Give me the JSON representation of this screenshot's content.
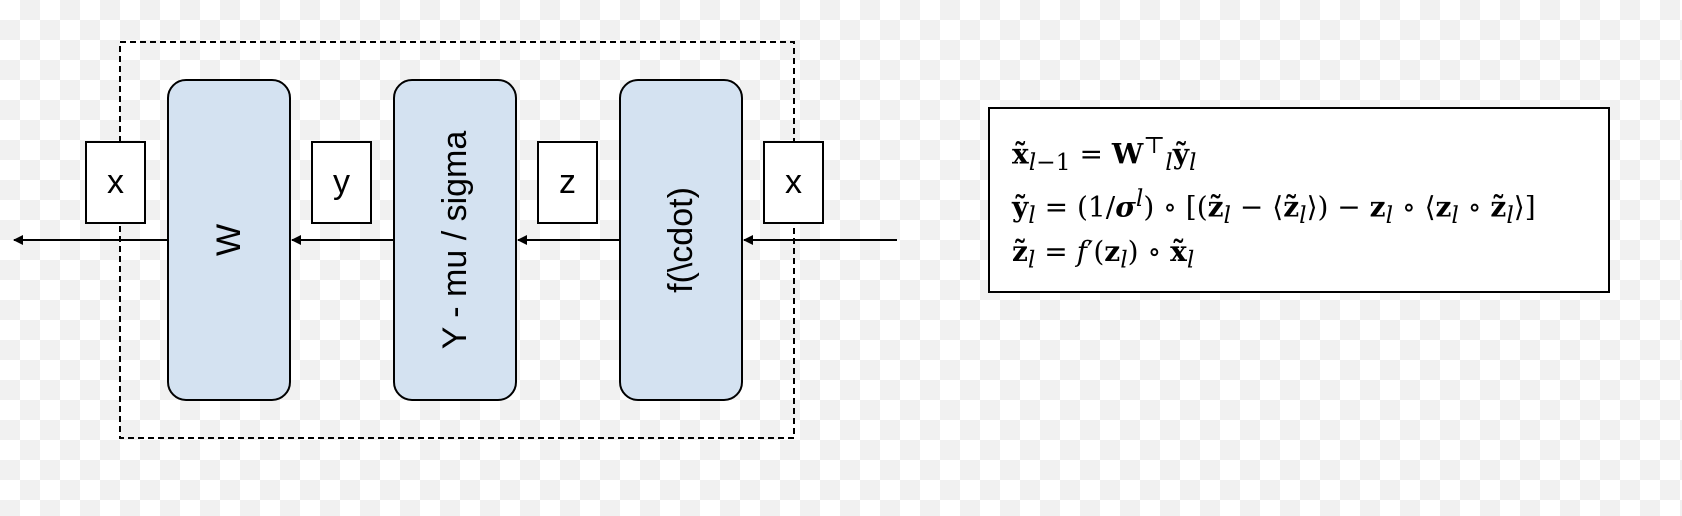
{
  "diagram": {
    "blocks": [
      {
        "id": "w",
        "label": "W"
      },
      {
        "id": "norm",
        "label": "Y - mu / sigma"
      },
      {
        "id": "act",
        "label": "f(\\cdot)"
      }
    ],
    "variables": [
      "x",
      "y",
      "z",
      "x"
    ],
    "colors": {
      "block_fill": "#d4e2f1",
      "line": "#000000"
    }
  },
  "equations": {
    "line1": "x̃_{l−1} = W_l^⊤ ỹ_l",
    "line2": "ỹ_l = (1/σ^l) ∘ [(z̃_l − ⟨z̃_l⟩) − z_l ∘ ⟨z_l ∘ z̃_l⟩]",
    "line3": "z̃_l = f′(z_l) ∘ x̃_l"
  }
}
